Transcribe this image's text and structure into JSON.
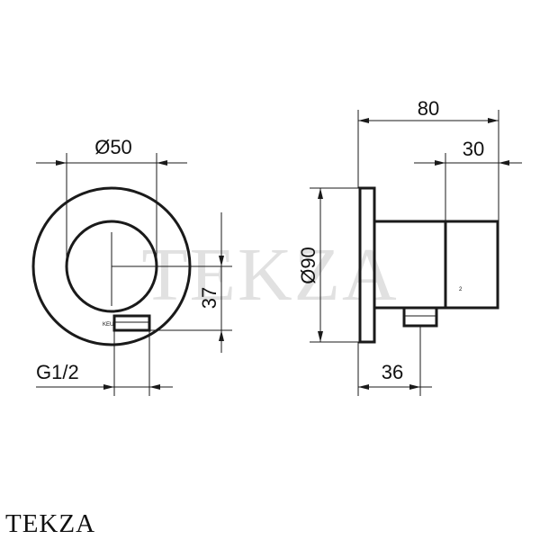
{
  "dimensions": {
    "front_diameter": "Ø50",
    "height_37": "37",
    "thread": "G1/2",
    "overall_depth": "80",
    "body_depth": "30",
    "rosette_diameter": "Ø90",
    "outlet_offset": "36"
  },
  "part_marks": {
    "front_label": "KEU",
    "side_label": "2"
  },
  "watermark": "TEKZA",
  "brand": "TEKZA",
  "colors": {
    "line": "#1a1a1a",
    "watermark": "#c9c9c9",
    "background": "#ffffff"
  }
}
